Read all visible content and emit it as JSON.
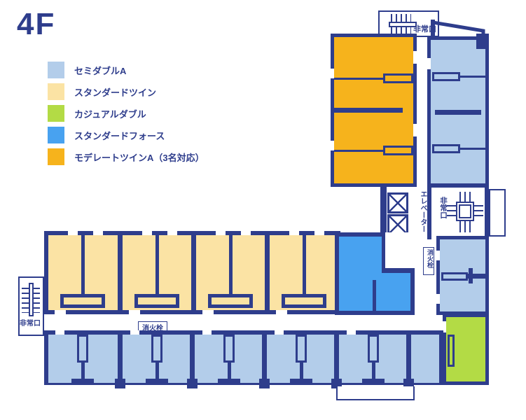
{
  "title": "4F",
  "colors": {
    "navy": "#2e3d8c",
    "semi_double_a": "#b3cdea",
    "standard_twin": "#fbe3a4",
    "casual_double": "#b3db45",
    "standard_four": "#48a2f0",
    "moderate_twin_a": "#f6b31c"
  },
  "legend": {
    "items": [
      {
        "label": "セミダブルA",
        "color": "#b3cdea"
      },
      {
        "label": "スタンダードツイン",
        "color": "#fbe3a4"
      },
      {
        "label": "カジュアルダブル",
        "color": "#b3db45"
      },
      {
        "label": "スタンダードフォース",
        "color": "#48a2f0"
      },
      {
        "label": "モデレートツインA（3名対応）",
        "color": "#f6b31c"
      }
    ]
  },
  "labels": {
    "emergency_exit": "非常口",
    "elevator": "エレベーター",
    "fire_hydrant": "消火栓"
  }
}
